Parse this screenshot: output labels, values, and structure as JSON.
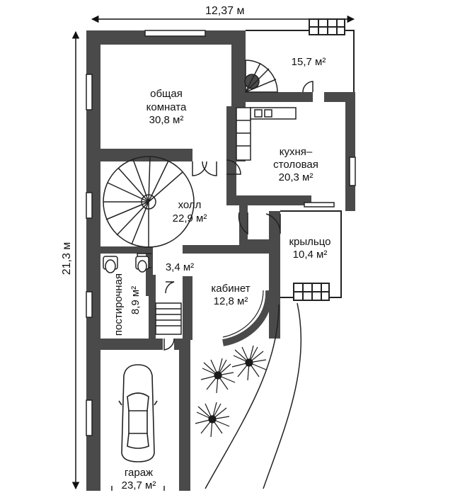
{
  "dimensions": {
    "width_label": "12,37 м",
    "height_label": "21,3 м"
  },
  "rooms": {
    "living": {
      "line1": "общая",
      "line2": "комната",
      "area": "30,8 м²"
    },
    "terrace": {
      "area": "15,7 м²"
    },
    "kitchen": {
      "line1": "кухня–",
      "line2": "столовая",
      "area": "20,3 м²"
    },
    "hall": {
      "line1": "холл",
      "area": "22,9 м²"
    },
    "porch": {
      "line1": "крыльцо",
      "area": "10,4 м²"
    },
    "bath": {
      "area": "3,4 м²"
    },
    "study": {
      "line1": "кабинет",
      "area": "12,8 м²"
    },
    "laundry": {
      "line1": "постирочная",
      "area": "8,9 м²"
    },
    "garage": {
      "line1": "гараж",
      "area": "23,7 м²"
    }
  },
  "colors": {
    "wall": "#4a4a4a",
    "line": "#222222",
    "tree": "#1a1a1a"
  }
}
